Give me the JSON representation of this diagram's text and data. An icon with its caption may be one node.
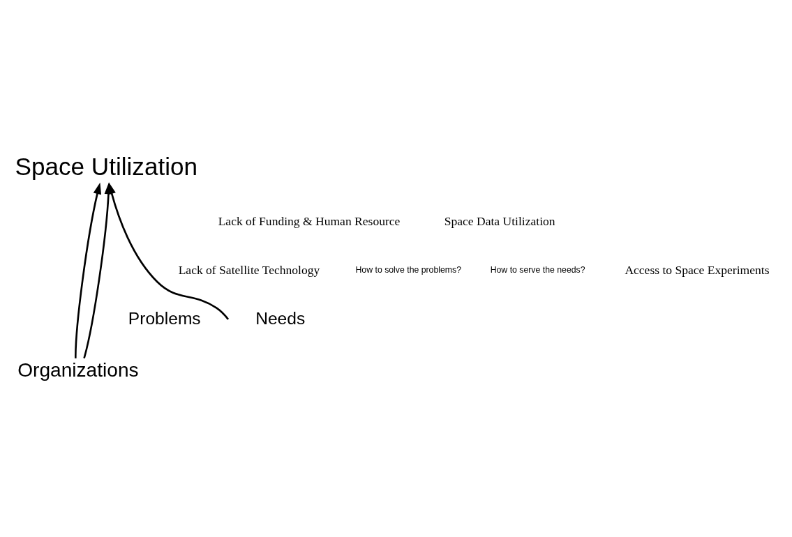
{
  "diagram": {
    "nodes": [
      {
        "text": [
          "Space Utilization"
        ]
      },
      {
        "text": [
          "Organizations"
        ]
      }
    ],
    "edges": [
      {
        "from": 1,
        "to": 0,
        "arrow": "to"
      },
      {
        "from": null,
        "to": 0,
        "arrow": "to"
      },
      {
        "from": 1,
        "to": 0,
        "arrow": "to"
      }
    ],
    "labels": [
      "Lack of Funding & Human Resource",
      "Space Data Utilization",
      "Lack of Satellite Technology",
      "How to solve the problems?",
      "How to serve the needs?",
      "Access to Space Experiments",
      "Problems",
      "Needs"
    ]
  }
}
